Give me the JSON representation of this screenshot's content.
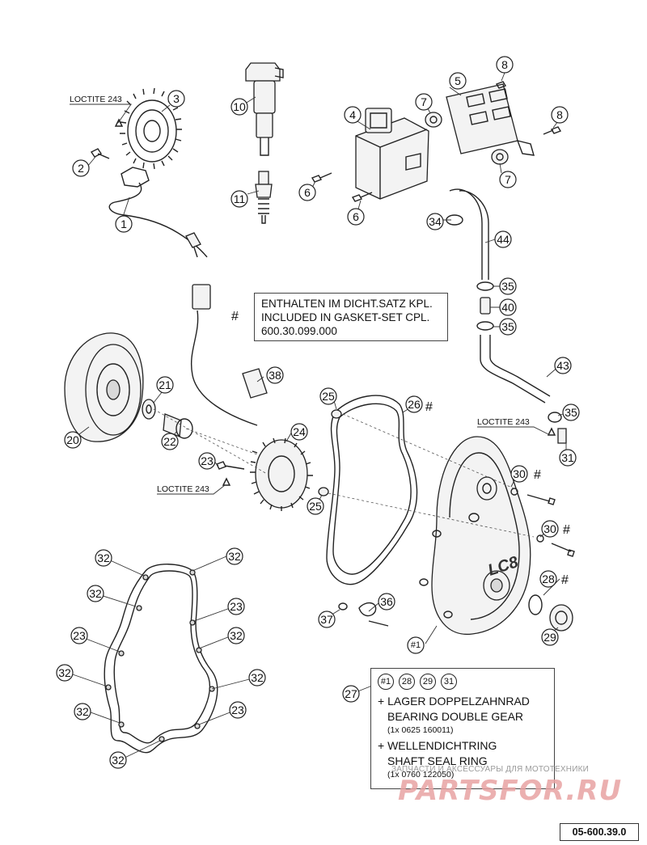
{
  "loctite_label": "LOCTITE 243",
  "hash_mark": "#",
  "callouts": [
    {
      "id": "c1",
      "label": "1"
    },
    {
      "id": "c2",
      "label": "2"
    },
    {
      "id": "c3",
      "label": "3"
    },
    {
      "id": "c4",
      "label": "4"
    },
    {
      "id": "c5",
      "label": "5"
    },
    {
      "id": "c6a",
      "label": "6"
    },
    {
      "id": "c6b",
      "label": "6"
    },
    {
      "id": "c7a",
      "label": "7"
    },
    {
      "id": "c7b",
      "label": "7"
    },
    {
      "id": "c8a",
      "label": "8"
    },
    {
      "id": "c8b",
      "label": "8"
    },
    {
      "id": "c10",
      "label": "10"
    },
    {
      "id": "c11",
      "label": "11"
    },
    {
      "id": "c20",
      "label": "20"
    },
    {
      "id": "c21",
      "label": "21"
    },
    {
      "id": "c22",
      "label": "22"
    },
    {
      "id": "c23a",
      "label": "23"
    },
    {
      "id": "c24",
      "label": "24"
    },
    {
      "id": "c25a",
      "label": "25"
    },
    {
      "id": "c25b",
      "label": "25"
    },
    {
      "id": "c26",
      "label": "26"
    },
    {
      "id": "c27",
      "label": "27"
    },
    {
      "id": "c28",
      "label": "28"
    },
    {
      "id": "c29",
      "label": "29"
    },
    {
      "id": "c30a",
      "label": "30"
    },
    {
      "id": "c30b",
      "label": "30"
    },
    {
      "id": "c31",
      "label": "31"
    },
    {
      "id": "c32a",
      "label": "32"
    },
    {
      "id": "c32b",
      "label": "32"
    },
    {
      "id": "c32c",
      "label": "32"
    },
    {
      "id": "c32d",
      "label": "32"
    },
    {
      "id": "c32e",
      "label": "32"
    },
    {
      "id": "c32f",
      "label": "32"
    },
    {
      "id": "c32g",
      "label": "32"
    },
    {
      "id": "c32h",
      "label": "32"
    },
    {
      "id": "c23b",
      "label": "23"
    },
    {
      "id": "c23c",
      "label": "23"
    },
    {
      "id": "c23d",
      "label": "23"
    },
    {
      "id": "c23e",
      "label": "23"
    },
    {
      "id": "c23f",
      "label": "23"
    },
    {
      "id": "c34",
      "label": "34"
    },
    {
      "id": "c35a",
      "label": "35"
    },
    {
      "id": "c35b",
      "label": "35"
    },
    {
      "id": "c35c",
      "label": "35"
    },
    {
      "id": "c36",
      "label": "36"
    },
    {
      "id": "c37",
      "label": "37"
    },
    {
      "id": "c38",
      "label": "38"
    },
    {
      "id": "c40",
      "label": "40"
    },
    {
      "id": "c43",
      "label": "43"
    },
    {
      "id": "c44",
      "label": "44"
    },
    {
      "id": "c1hash",
      "label": "#1"
    }
  ],
  "gasket_note": {
    "line1": "ENTHALTEN IM DICHT.SATZ KPL.",
    "line2": "INCLUDED IN GASKET-SET CPL.",
    "line3": "600.30.099.000"
  },
  "kit_note": {
    "refs": [
      "#1",
      "28",
      "29",
      "31"
    ],
    "item1_de": "+ LAGER DOPPELZAHNRAD",
    "item1_en": "BEARING DOUBLE GEAR",
    "item1_sub": "(1x 0625 160011)",
    "item2_de": "+ WELLENDICHTRING",
    "item2_en": "SHAFT SEAL RING",
    "item2_sub": "(1x 0760 122050)"
  },
  "cover_logo": "LC8",
  "watermark_text": "ЗАПЧАСТИ И АКСЕССУАРЫ ДЛЯ МОТОТЕХНИКИ",
  "watermark_logo": "PARTSFOR.RU",
  "page_code": "05-600.39.0"
}
